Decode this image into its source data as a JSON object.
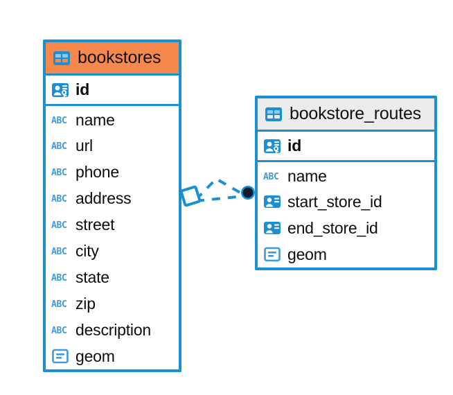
{
  "diagram": {
    "title": "bookstores-bookstore_routes-er-diagram",
    "background": "#ffffff",
    "accent_blue": "#1a90d3",
    "accent_orange": "#f6884b",
    "accent_gray": "#ebebeb",
    "connector_color": "#1a90d3",
    "connector_endpoint_fill": "#0d1b2a"
  },
  "tables": [
    {
      "name": "bookstores",
      "header_color": "#f6884b",
      "header_icon": "table-icon",
      "fields": [
        {
          "name": "id",
          "type": "primary-key",
          "icon": "primary-key-icon"
        },
        {
          "name": "name",
          "type": "text",
          "icon": "abc-text-icon"
        },
        {
          "name": "url",
          "type": "text",
          "icon": "abc-text-icon"
        },
        {
          "name": "phone",
          "type": "text",
          "icon": "abc-text-icon"
        },
        {
          "name": "address",
          "type": "text",
          "icon": "abc-text-icon"
        },
        {
          "name": "street",
          "type": "text",
          "icon": "abc-text-icon"
        },
        {
          "name": "city",
          "type": "text",
          "icon": "abc-text-icon"
        },
        {
          "name": "state",
          "type": "text",
          "icon": "abc-text-icon"
        },
        {
          "name": "zip",
          "type": "text",
          "icon": "abc-text-icon"
        },
        {
          "name": "description",
          "type": "text",
          "icon": "abc-text-icon"
        },
        {
          "name": "geom",
          "type": "geometry",
          "icon": "geometry-icon"
        }
      ]
    },
    {
      "name": "bookstore_routes",
      "header_color": "#ebebeb",
      "header_icon": "table-icon",
      "fields": [
        {
          "name": "id",
          "type": "primary-key",
          "icon": "primary-key-icon"
        },
        {
          "name": "name",
          "type": "text",
          "icon": "abc-text-icon"
        },
        {
          "name": "start_store_id",
          "type": "foreign-key",
          "icon": "foreign-key-icon"
        },
        {
          "name": "end_store_id",
          "type": "foreign-key",
          "icon": "foreign-key-icon"
        },
        {
          "name": "geom",
          "type": "geometry",
          "icon": "geometry-icon"
        }
      ]
    }
  ],
  "relationship": {
    "style": "dashed",
    "source_table": "bookstores",
    "target_table": "bookstore_routes",
    "source_endpoint": "diamond",
    "target_endpoint": "filled-circle"
  }
}
